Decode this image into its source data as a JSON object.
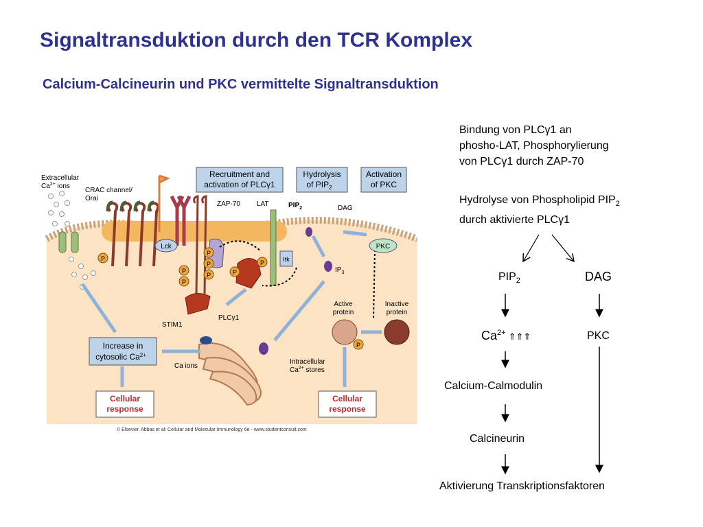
{
  "slide": {
    "title": "Signaltransduktion durch den TCR Komplex",
    "subtitle": "Calcium-Calcineurin und PKC vermittelte Signaltransduktion"
  },
  "figure": {
    "box_recruitment_1": "Recruitment and",
    "box_recruitment_2": "activation of PLCγ1",
    "box_hydrolysis_1": "Hydrolysis",
    "box_hydrolysis_2": "of PIP",
    "box_hydrolysis_sub": "2",
    "box_activation_1": "Activation",
    "box_activation_2": "of PKC",
    "extracellular_1": "Extracellular",
    "extracellular_2": "Ca",
    "extracellular_sup": "2+",
    "extracellular_3": " ions",
    "crac_1": "CRAC channel/",
    "crac_2": "Orai",
    "zap70": "ZAP-70",
    "lat": "LAT",
    "pip2_label": "PIP",
    "pip2_sub": "2",
    "dag": "DAG",
    "pkc": "PKC",
    "lck": "Lck",
    "itk": "Itk",
    "ip3": "IP",
    "ip3_sub": "3",
    "plcg1": "PLCγ1",
    "p_label": "P",
    "active_1": "Active",
    "active_2": "protein",
    "inactive_1": "Inactive",
    "inactive_2": "protein",
    "stim1": "STIM1",
    "increase_1": "Increase in",
    "increase_2": "cytosolic Ca",
    "increase_sup": "2+",
    "ca_ions": "Ca ions",
    "intracellular_1": "Intracellular",
    "intracellular_2": "Ca",
    "intracellular_sup": "2+",
    "intracellular_3": " stores",
    "cellular_1": "Cellular",
    "cellular_2": "response",
    "copyright": "© Elsevier. Abbas et al: Cellular and Molecular Immunology 6e - www.studentconsult.com"
  },
  "notes": {
    "binding_1": "Bindung von PLCγ1 an",
    "binding_2": "phosho-LAT, Phosphorylierung",
    "binding_3": "von PLCγ1 durch ZAP-70",
    "hydrolysis_1a": "Hydrolyse von Phospholipid PIP",
    "hydrolysis_1sub": "2",
    "hydrolysis_2": "durch aktivierte PLCγ1"
  },
  "flow": {
    "pip2": "PIP",
    "pip2_sub": "2",
    "dag": "DAG",
    "ca": "Ca",
    "ca_sup": "2+",
    "ca_up": "⇑⇑⇑",
    "pkc": "PKC",
    "calmodulin": "Calcium-Calmodulin",
    "calcineurin": "Calcineurin",
    "result": "Aktivierung Transkriptionsfaktoren"
  }
}
